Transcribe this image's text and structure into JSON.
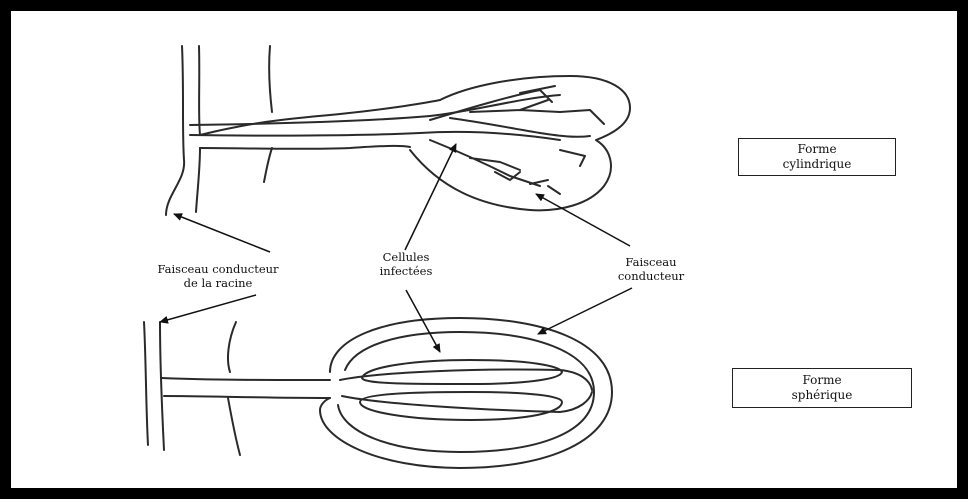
{
  "labels": {
    "forme_cylindrique_line1": "Forme",
    "forme_cylindrique_line2": "cylindrique",
    "forme_spherique_line1": "Forme",
    "forme_spherique_line2": "sphérique",
    "faisceau_racine_line1": "Faisceau conducteur",
    "faisceau_racine_line2": "de la racine",
    "cellules_line1": "Cellules",
    "cellules_line2": "infectées",
    "faisceau_line1": "Faisceau",
    "faisceau_line2": "conducteur"
  }
}
